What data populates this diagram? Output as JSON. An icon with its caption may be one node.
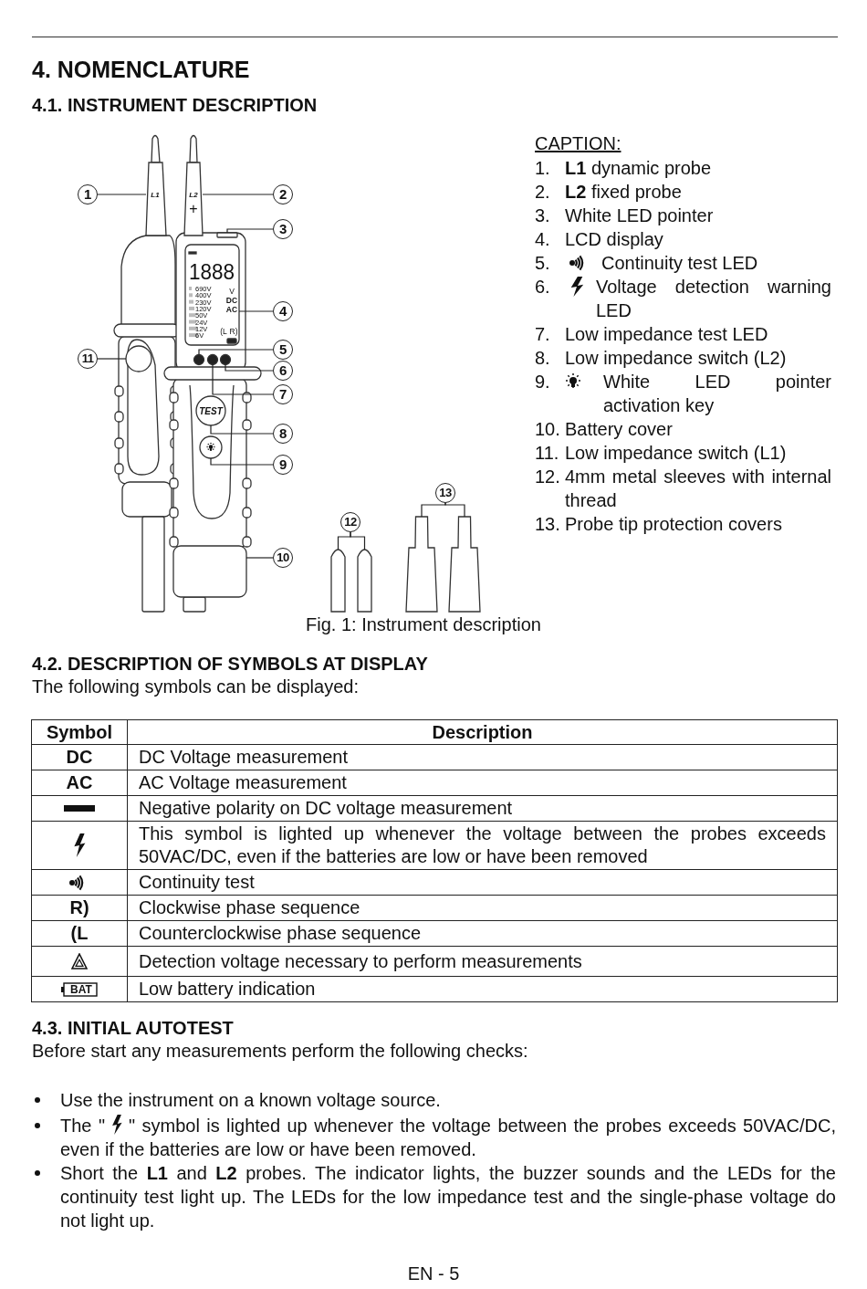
{
  "diagram": {
    "title": "4. NOMENCLATURE",
    "caption": "Fig. 1: Instrument description",
    "nodes": [
      {
        "text": [
          "1"
        ]
      },
      {
        "text": [
          "2"
        ]
      },
      {
        "text": [
          "3"
        ]
      },
      {
        "text": [
          "4"
        ]
      },
      {
        "text": [
          "5"
        ]
      },
      {
        "text": [
          "6"
        ]
      },
      {
        "text": [
          "7"
        ]
      },
      {
        "text": [
          "8"
        ]
      },
      {
        "text": [
          "9"
        ]
      },
      {
        "text": [
          "10"
        ]
      },
      {
        "text": [
          "11"
        ]
      },
      {
        "text": [
          "12"
        ]
      },
      {
        "text": [
          "13"
        ]
      },
      {
        "text": [],
        "shape": "tube"
      },
      {
        "text": [],
        "shape": "tube"
      },
      {
        "text": [],
        "shape": "cap"
      },
      {
        "text": [],
        "shape": "cap"
      },
      {
        "text": [
          "L1"
        ]
      },
      {
        "text": [
          "L2",
          "+"
        ]
      },
      {
        "text": [],
        "shape": "box"
      },
      {
        "text": [
          "1888",
          "690V",
          "400V",
          "230V",
          "120V",
          "50V",
          "24V",
          "12V",
          "6V",
          "V",
          "DC",
          "AC",
          "(L",
          "R)"
        ]
      },
      {
        "text": [],
        "shape": "circle"
      },
      {
        "text": [],
        "shape": "circle"
      },
      {
        "text": [],
        "shape": "circle"
      },
      {
        "text": [
          "TEST"
        ]
      },
      {
        "text": [],
        "shape": "circle"
      },
      {
        "text": [],
        "shape": "box"
      },
      {
        "text": [],
        "shape": "circle"
      }
    ],
    "edges": [
      {
        "from": 0,
        "to": 17,
        "arrow": "none"
      },
      {
        "from": 1,
        "to": 18,
        "arrow": "none"
      },
      {
        "from": 2,
        "to": 19,
        "arrow": "none"
      },
      {
        "from": 3,
        "to": 20,
        "arrow": "none"
      },
      {
        "from": 4,
        "to": 21,
        "arrow": "none"
      },
      {
        "from": 5,
        "to": 23,
        "arrow": "none"
      },
      {
        "from": 6,
        "to": 22,
        "arrow": "none"
      },
      {
        "from": 7,
        "to": 24,
        "arrow": "none"
      },
      {
        "from": 8,
        "to": 25,
        "arrow": "none"
      },
      {
        "from": 9,
        "to": 26,
        "arrow": "none"
      },
      {
        "from": 10,
        "to": 27,
        "arrow": "none"
      },
      {
        "from": 11,
        "to": 13,
        "arrow": "none"
      },
      {
        "from": 11,
        "to": 14,
        "arrow": "none"
      },
      {
        "from": 12,
        "to": 15,
        "arrow": "none"
      },
      {
        "from": 12,
        "to": 16,
        "arrow": "none"
      }
    ],
    "labels": [
      "4.1. INSTRUMENT DESCRIPTION",
      "CAPTION:",
      "1.",
      "**L1** dynamic probe",
      "2.",
      "**L2** fixed probe",
      "3.",
      "White LED pointer",
      "4.",
      "LCD display",
      "5.",
      "Continuity test LED",
      "6.",
      "Voltage detection warning LED",
      "7.",
      "Low impedance test LED",
      "8.",
      "Low impedance switch (L2)",
      "9.",
      "White LED pointer activation key",
      "10.",
      "Battery cover",
      "11.",
      "Low impedance switch (L1)",
      "12.",
      "4mm metal sleeves with internal thread",
      "13.",
      "Probe tip protection covers",
      "4.2. DESCRIPTION OF SYMBOLS AT DISPLAY",
      "The following symbols can be displayed:",
      "Symbol",
      "Description",
      "DC",
      "DC Voltage measurement",
      "AC",
      "AC Voltage measurement",
      "Negative polarity on DC voltage measurement",
      "This symbol is lighted up whenever the voltage between the probes exceeds 50VAC/DC, even if the batteries are low or have been removed",
      "Continuity test",
      "R)",
      "Clockwise phase sequence",
      "(L",
      "Counterclockwise phase sequence",
      "Detection voltage necessary to perform measurements",
      "BAT",
      "Low battery indication",
      "4.3. INITIAL AUTOTEST",
      "Before start any measurements perform the following checks:",
      "Use the instrument on a known voltage source.",
      "The \"",
      "\" symbol is lighted up whenever the voltage between the probes exceeds 50VAC/DC, even if the batteries are low or have been removed.",
      "Short the **L1** and **L2** probes. The indicator lights, the buzzer sounds and the LEDs for the continuity test light up. The LEDs for the low impedance test and the single-phase voltage do not light up.",
      "EN - 5"
    ]
  }
}
